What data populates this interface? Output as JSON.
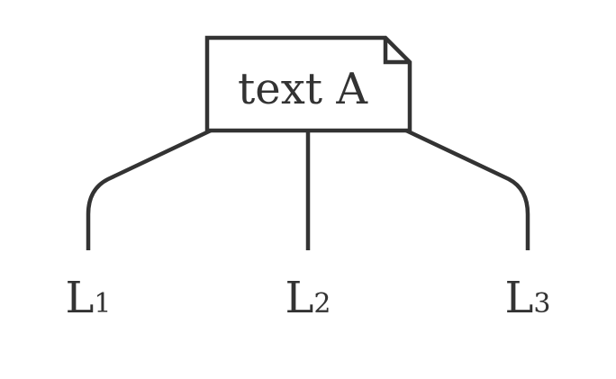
{
  "root": {
    "label": "text A"
  },
  "leaves": [
    {
      "letter": "L",
      "subscript": "1"
    },
    {
      "letter": "L",
      "subscript": "2"
    },
    {
      "letter": "L",
      "subscript": "3"
    }
  ],
  "colors": {
    "stroke": "#333333",
    "background": "#ffffff"
  }
}
